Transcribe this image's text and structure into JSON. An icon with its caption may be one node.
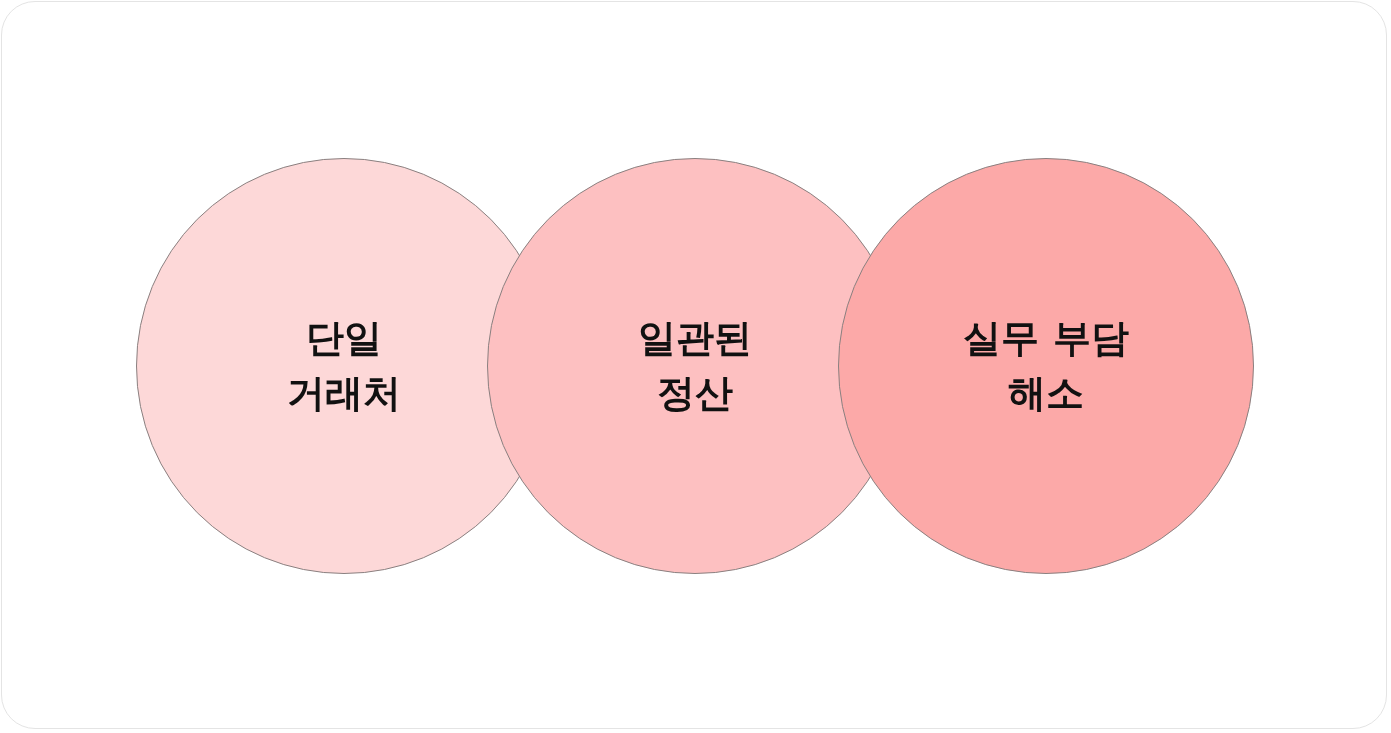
{
  "diagram": {
    "nodes": [
      {
        "text": [
          "단일 거래처"
        ]
      },
      {
        "text": [
          "일관된 정산"
        ]
      },
      {
        "text": [
          "실무 부담 해소"
        ]
      }
    ]
  }
}
